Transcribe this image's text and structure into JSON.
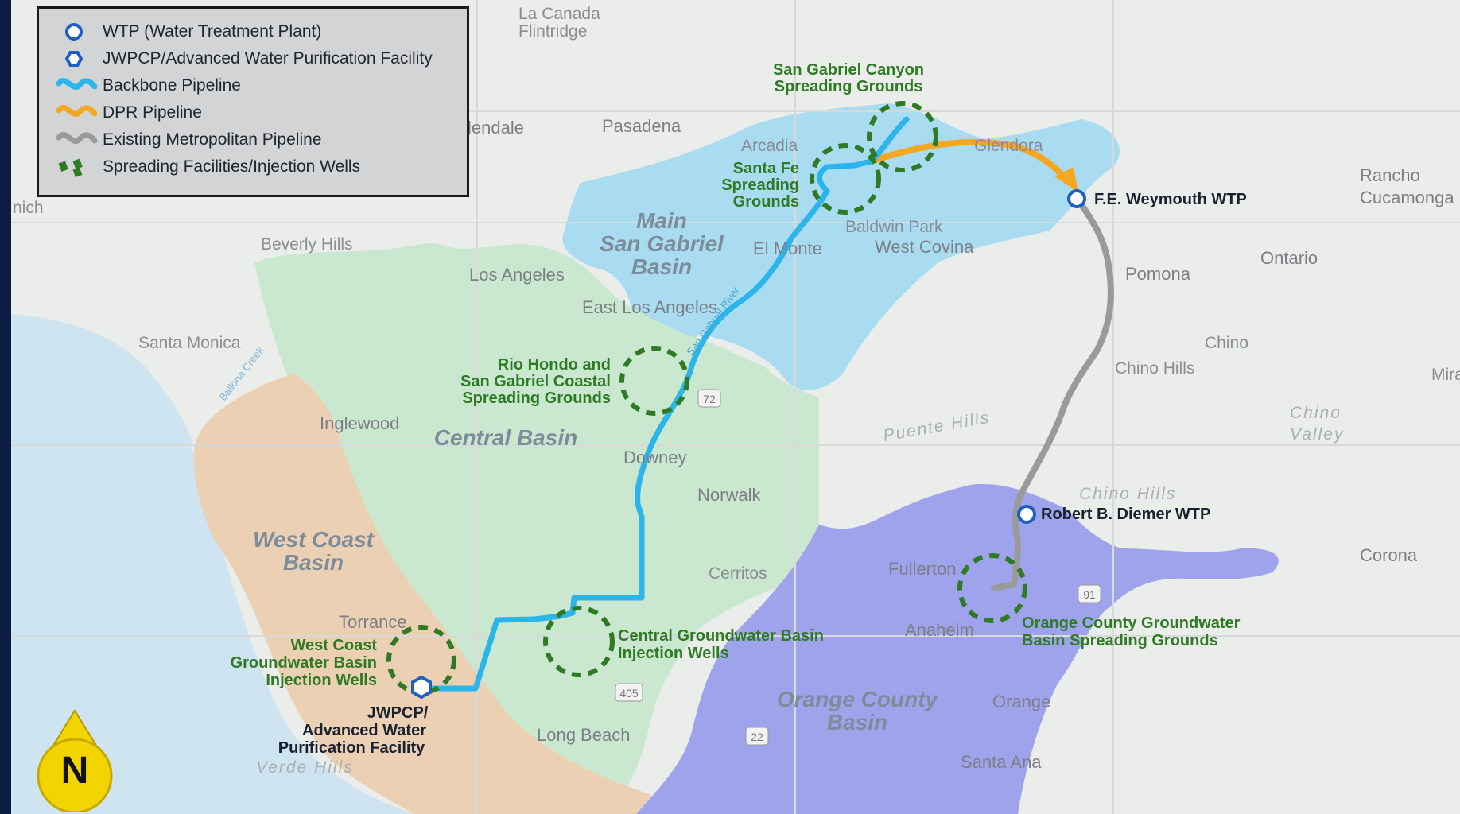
{
  "legend": {
    "items": [
      {
        "icon": "wtp-circle-icon",
        "label": "WTP (Water Treatment Plant)"
      },
      {
        "icon": "hexagon-facility-icon",
        "label": "JWPCP/Advanced Water Purification Facility"
      },
      {
        "icon": "backbone-pipeline-icon",
        "label": "Backbone Pipeline"
      },
      {
        "icon": "dpr-pipeline-icon",
        "label": "DPR Pipeline"
      },
      {
        "icon": "metropolitan-pipeline-icon",
        "label": "Existing Metropolitan Pipeline"
      },
      {
        "icon": "spreading-facility-icon",
        "label": "Spreading Facilities/Injection Wells"
      }
    ]
  },
  "colors": {
    "backbone": "#2bb5ea",
    "dpr": "#f5a623",
    "existing": "#9a9a9a",
    "spreading": "#2f7a24",
    "wtp_ring": "#1f5fbf",
    "main_san_gabriel": "#a9dcf0",
    "central": "#c9e8cf",
    "west_coast": "#ecd0b4",
    "orange_county": "#9ea3ec",
    "ocean": "#cfe4f1",
    "land": "#eaedea"
  },
  "basins": {
    "main_san_gabriel": [
      "Main",
      "San Gabriel",
      "Basin"
    ],
    "central": "Central Basin",
    "west_coast": [
      "West Coast",
      "Basin"
    ],
    "orange_county": [
      "Orange County",
      "Basin"
    ]
  },
  "facilities": {
    "weymouth": "F.E. Weymouth WTP",
    "diemer": "Robert B. Diemer WTP",
    "jwpcp": [
      "JWPCP/",
      "Advanced Water",
      "Purification Facility"
    ]
  },
  "spreading_sites": {
    "san_gabriel_canyon": [
      "San Gabriel Canyon",
      "Spreading Grounds"
    ],
    "santa_fe": [
      "Santa Fe",
      "Spreading",
      "Grounds"
    ],
    "rio_hondo": [
      "Rio Hondo and",
      "San Gabriel Coastal",
      "Spreading Grounds"
    ],
    "central_injection": [
      "Central Groundwater Basin",
      "Injection Wells"
    ],
    "west_coast_injection": [
      "West Coast",
      "Groundwater Basin",
      "Injection Wells"
    ],
    "orange_county_spreading": [
      "Orange County Groundwater",
      "Basin Spreading Grounds"
    ]
  },
  "cities": {
    "la_canada": [
      "La Canada",
      "Flintridge"
    ],
    "glendale": "lendale",
    "pasadena": "Pasadena",
    "arcadia": "Arcadia",
    "glendora": "Glendora",
    "beverly_hills": "Beverly Hills",
    "los_angeles": "Los Angeles",
    "el_monte": "El Monte",
    "baldwin_park": "Baldwin Park",
    "west_covina": "West Covina",
    "east_la": "East Los Angeles",
    "santa_monica": "Santa Monica",
    "inglewood": "Inglewood",
    "downey": "Downey",
    "norwalk": "Norwalk",
    "cerritos": "Cerritos",
    "torrance": "Torrance",
    "long_beach": "Long Beach",
    "fullerton": "Fullerton",
    "anaheim": "Anaheim",
    "orange": "Orange",
    "santa_ana": "Santa Ana",
    "pomona": "Pomona",
    "ontario": "Ontario",
    "chino": "Chino",
    "chino_hills": "Chino Hills",
    "rancho": [
      "Rancho",
      "Cucamonga"
    ],
    "corona": "Corona",
    "mira": "Mira",
    "nich": "nich",
    "san_gabriel_river": "San Gabriel River",
    "ballona_creek": "Ballona Creek"
  },
  "regions": {
    "puente_hills": "Puente Hills",
    "chino_valley": [
      "Chino",
      "Valley"
    ],
    "chino_hills_region": "Chino Hills",
    "verde_hills": "Verde Hills"
  },
  "highways": [
    "72",
    "405",
    "22",
    "91"
  ],
  "north_arrow": {
    "letter": "N"
  }
}
